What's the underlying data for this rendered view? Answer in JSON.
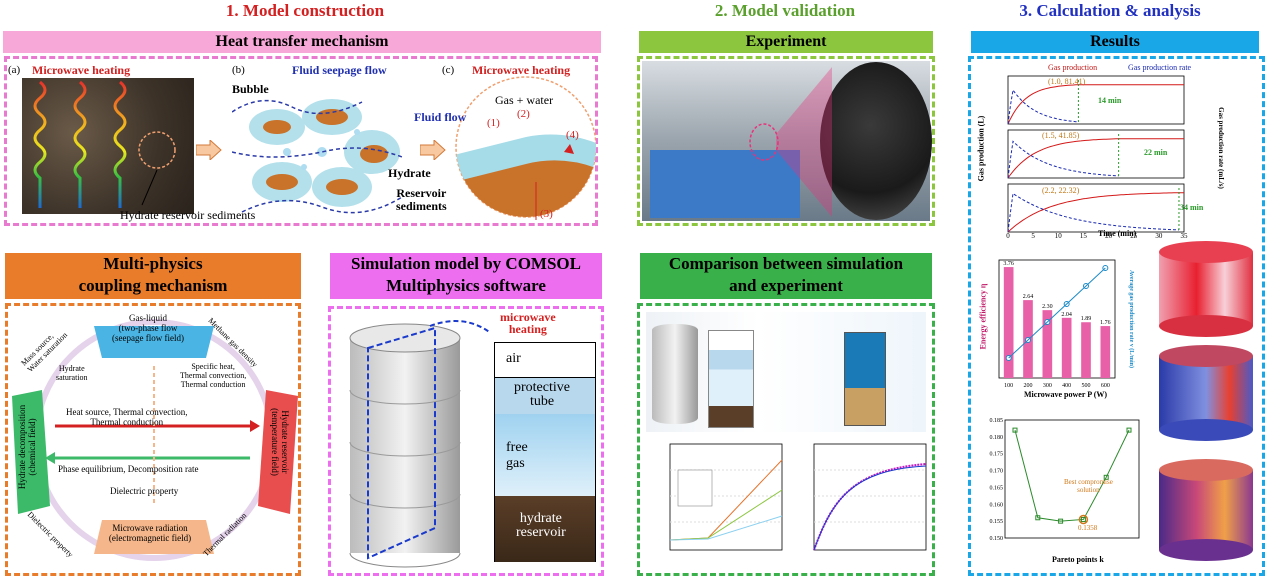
{
  "sections": {
    "s1": "1. Model construction",
    "s2": "2. Model validation",
    "s3": "3. Calculation & analysis"
  },
  "headers": {
    "heat": "Heat transfer mechanism",
    "multi": "Multi-physics\ncoupling mechanism",
    "comsol": "Simulation model by COMSOL\nMultiphysics software",
    "experiment": "Experiment",
    "comparison": "Comparison between simulation\nand experiment",
    "results": "Results"
  },
  "heat": {
    "a": "(a)",
    "b": "(b)",
    "c": "(c)",
    "mw1": "Microwave heating",
    "seepage": "Fluid seepage flow",
    "mw2": "Microwave heating",
    "bubble": "Bubble",
    "gaswater": "Gas + water",
    "fluidflow": "Fluid flow",
    "n1": "(1)",
    "n2": "(2)",
    "n3": "(3)",
    "n4": "(4)",
    "hydrate": "Hydrate",
    "reservoir": "Reservoir\nsediments",
    "sediments": "Hydrate reservoir sediments"
  },
  "multi": {
    "gasliquid": "Gas-liquid\n(two-phase flow\n(seepage flow field)",
    "hdecomp": "Hydrate decomposition\n(chemical field)",
    "hreservoir": "Hydrate reservoir\n(temperature field)",
    "mwrad": "Microwave radiation\n(electromagnetic field)",
    "mass": "Mass source,\nWater saturation",
    "hsat": "Hydrate\nsaturation",
    "methane": "Methane gas density",
    "specheat": "Specific heat,\nThermal convection,\nThermal conduction",
    "heatsrc": "Heat source, Thermal convection,\nThermal conduction",
    "phase": "Phase equilibrium, Decomposition rate",
    "dielectric": "Dielectric property",
    "dielectric2": "Dielectric property",
    "thermalrad": "Thermal radiation"
  },
  "comsol": {
    "mw": "microwave\nheating",
    "air": "air",
    "tube": "protective\ntube",
    "gas": "free\ngas",
    "hydrate": "hydrate\nreservoir"
  },
  "results": {
    "legend1": "Gas production",
    "legend2": "Gas production rate",
    "ylabel_l": "Gas production (L)",
    "ylabel_r": "Gas production rate (mL/s)",
    "xlabel": "Time (min)",
    "p1": "(1.0, 81.41)",
    "p2": "(1.5, 41.85)",
    "p3": "(2.2, 22.32)",
    "m1": "14 min",
    "m2": "22 min",
    "m3": "34 min",
    "xticks": [
      "0",
      "5",
      "10",
      "15",
      "20",
      "25",
      "30",
      "35"
    ],
    "bar_ylabel": "Energy efficiency η",
    "bar_xlabel": "Microwave power P (W)",
    "bar_rlabel": "Average gas production rate v (L/min)",
    "bar_cats": [
      "100",
      "200",
      "300",
      "400",
      "500",
      "600"
    ],
    "bar_vals": [
      "3.76",
      "2.64",
      "2.30",
      "2.04",
      "1.89",
      "1.76"
    ],
    "pareto_xlabel": "Pareto points k",
    "pareto_note": "Best compromise\nsolution",
    "pareto_min": "0.1358",
    "pareto_yticks": [
      "0.185",
      "0.180",
      "0.175",
      "0.170",
      "0.165",
      "0.160",
      "0.155",
      "0.150"
    ]
  },
  "colors": {
    "pink": "#f7a8d8",
    "pinkborder": "#e87ad0",
    "green": "#8cc63f",
    "greenborder": "#3aa63a",
    "blue": "#1aa7e8",
    "orange": "#e87c2b",
    "magenta": "#ee6ef0",
    "darkgreen": "#3ab04a"
  }
}
